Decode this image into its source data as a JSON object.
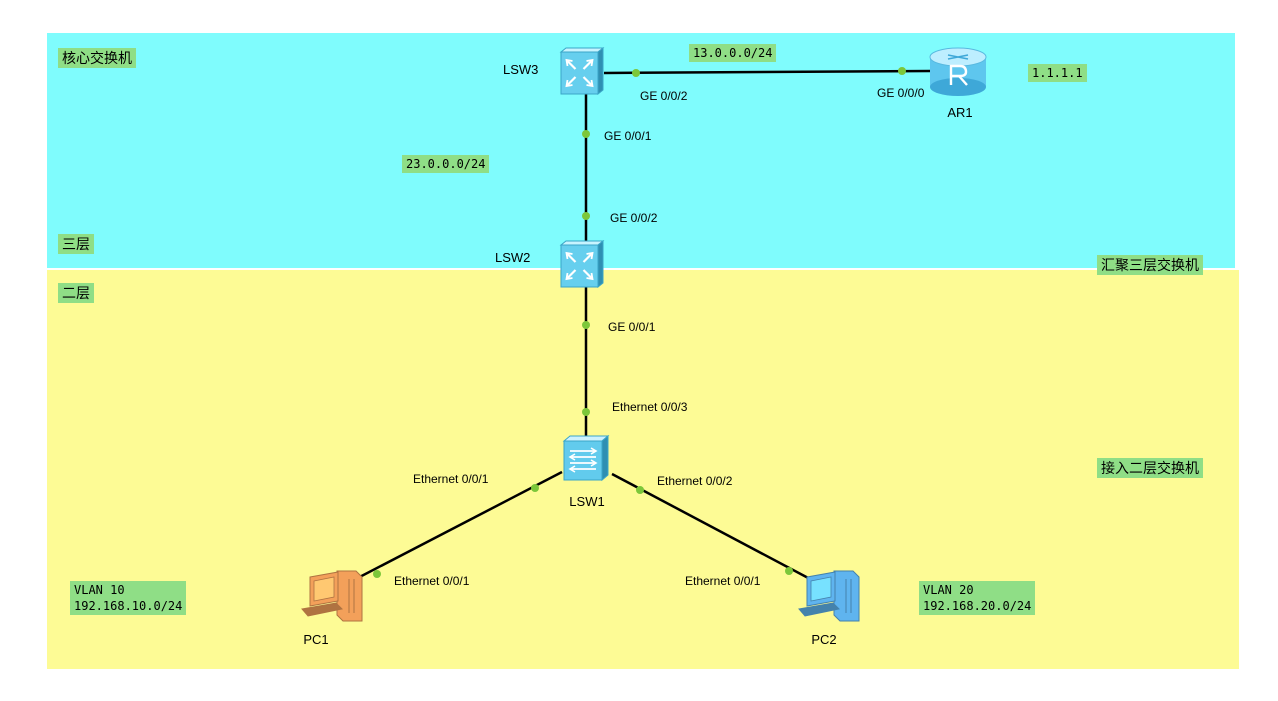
{
  "zones": {
    "top": {
      "color": "#7ffcfd"
    },
    "bottom": {
      "color": "#fdfb95"
    }
  },
  "tags": {
    "core": "核心交换机",
    "layer3": "三层",
    "layer2": "二层",
    "aggregation": "汇聚三层交换机",
    "access": "接入二层交换机",
    "net_13": "13.0.0.0/24",
    "net_23": "23.0.0.0/24",
    "loopback": "1.1.1.1",
    "vlan10_name": "VLAN 10",
    "vlan10_net": "192.168.10.0/24",
    "vlan20_name": "VLAN 20",
    "vlan20_net": "192.168.20.0/24"
  },
  "devices": [
    {
      "id": "LSW3",
      "name": "LSW3",
      "type": "l3-switch",
      "icon": "l3-switch-icon"
    },
    {
      "id": "AR1",
      "name": "AR1",
      "type": "router",
      "icon": "router-icon"
    },
    {
      "id": "LSW2",
      "name": "LSW2",
      "type": "l3-switch",
      "icon": "l3-switch-icon"
    },
    {
      "id": "LSW1",
      "name": "LSW1",
      "type": "l2-switch",
      "icon": "l2-switch-icon"
    },
    {
      "id": "PC1",
      "name": "PC1",
      "type": "pc",
      "icon": "pc-icon",
      "color": "#f3a05a"
    },
    {
      "id": "PC2",
      "name": "PC2",
      "type": "pc",
      "icon": "pc-icon",
      "color": "#5fb4ef"
    }
  ],
  "links": [
    {
      "from": "LSW3",
      "to": "AR1",
      "from_port": "GE 0/0/2",
      "to_port": "GE 0/0/0"
    },
    {
      "from": "LSW3",
      "to": "LSW2",
      "from_port": "GE 0/0/1",
      "to_port": "GE 0/0/2"
    },
    {
      "from": "LSW2",
      "to": "LSW1",
      "from_port": "GE 0/0/1",
      "to_port": "Ethernet 0/0/3"
    },
    {
      "from": "LSW1",
      "to": "PC1",
      "from_port": "Ethernet 0/0/1",
      "to_port": "Ethernet 0/0/1"
    },
    {
      "from": "LSW1",
      "to": "PC2",
      "from_port": "Ethernet 0/0/2",
      "to_port": "Ethernet 0/0/1"
    }
  ],
  "colors": {
    "link": "#000000",
    "port_dot": "#7cc73a",
    "tag_bg": "#8fde86"
  }
}
